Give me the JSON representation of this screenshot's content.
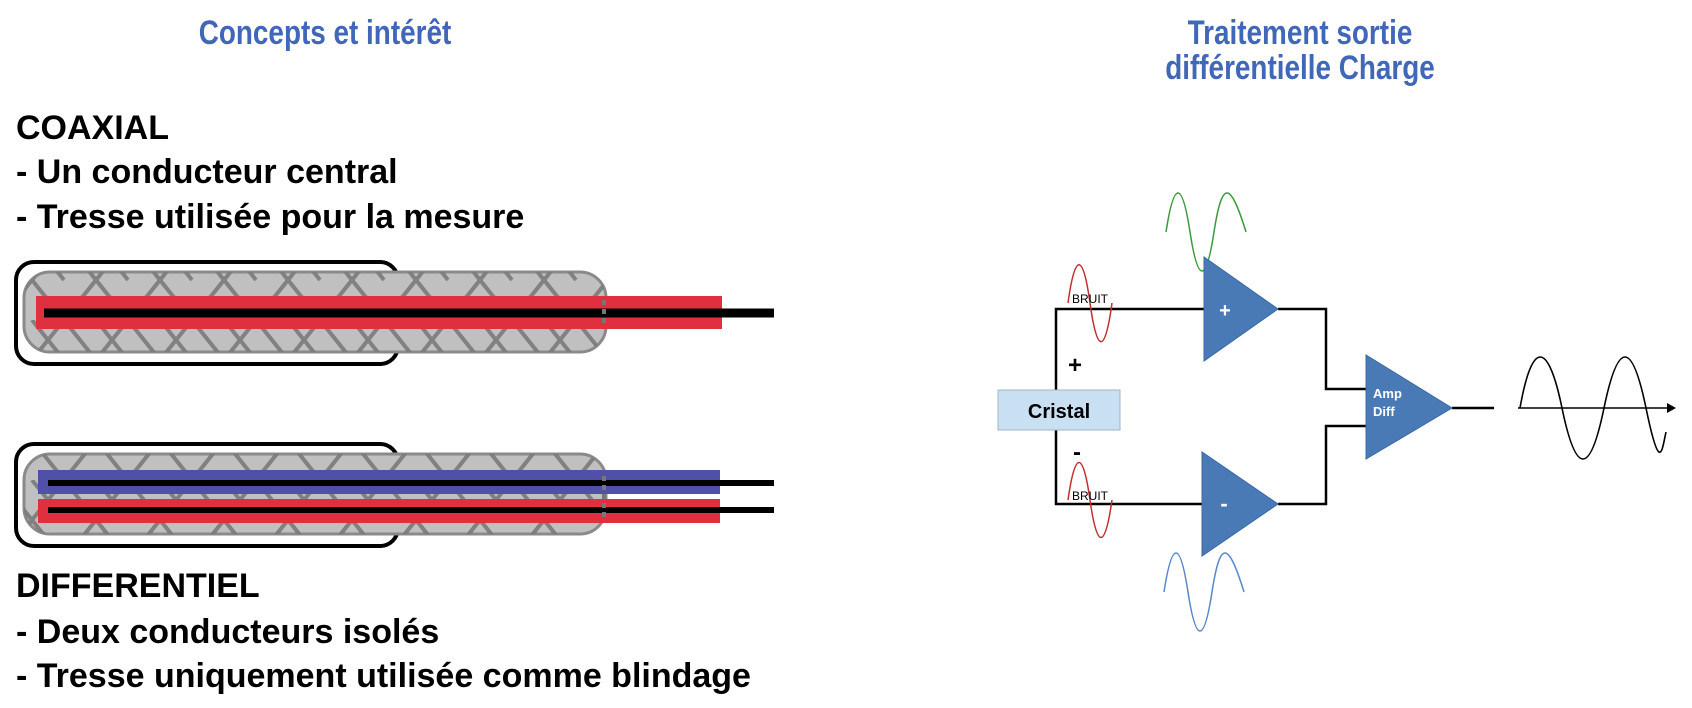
{
  "left": {
    "title": "Concepts et intérêt",
    "coaxial": {
      "heading": "COAXIAL",
      "line1": "- Un conducteur central",
      "line2": "- Tresse utilisée pour la mesure"
    },
    "differentiel": {
      "heading": "DIFFERENTIEL",
      "line1": "- Deux conducteurs isolés",
      "line2": "- Tresse uniquement utilisée comme blindage"
    }
  },
  "right": {
    "title_line1": "Traitement sortie",
    "title_line2": "différentielle Charge",
    "cristal_label": "Cristal",
    "plus_sign": "+",
    "minus_sign": "-",
    "noise_label_top": "BRUIT",
    "noise_label_bottom": "BRUIT",
    "amp_top_sign": "+",
    "amp_bottom_sign": "-",
    "amp_diff_line1": "Amp",
    "amp_diff_line2": "Diff"
  },
  "colors": {
    "title_blue": "#4167b8",
    "amp_blue": "#4a7ab5",
    "cristal_fill": "#c9dff2",
    "conductor_red": "#e03040",
    "conductor_blue": "#5050a8",
    "braid_gray": "#c0c0c0",
    "noise_red": "#c03030",
    "signal_green": "#3a9a3a",
    "signal_blue": "#5a88c8"
  }
}
